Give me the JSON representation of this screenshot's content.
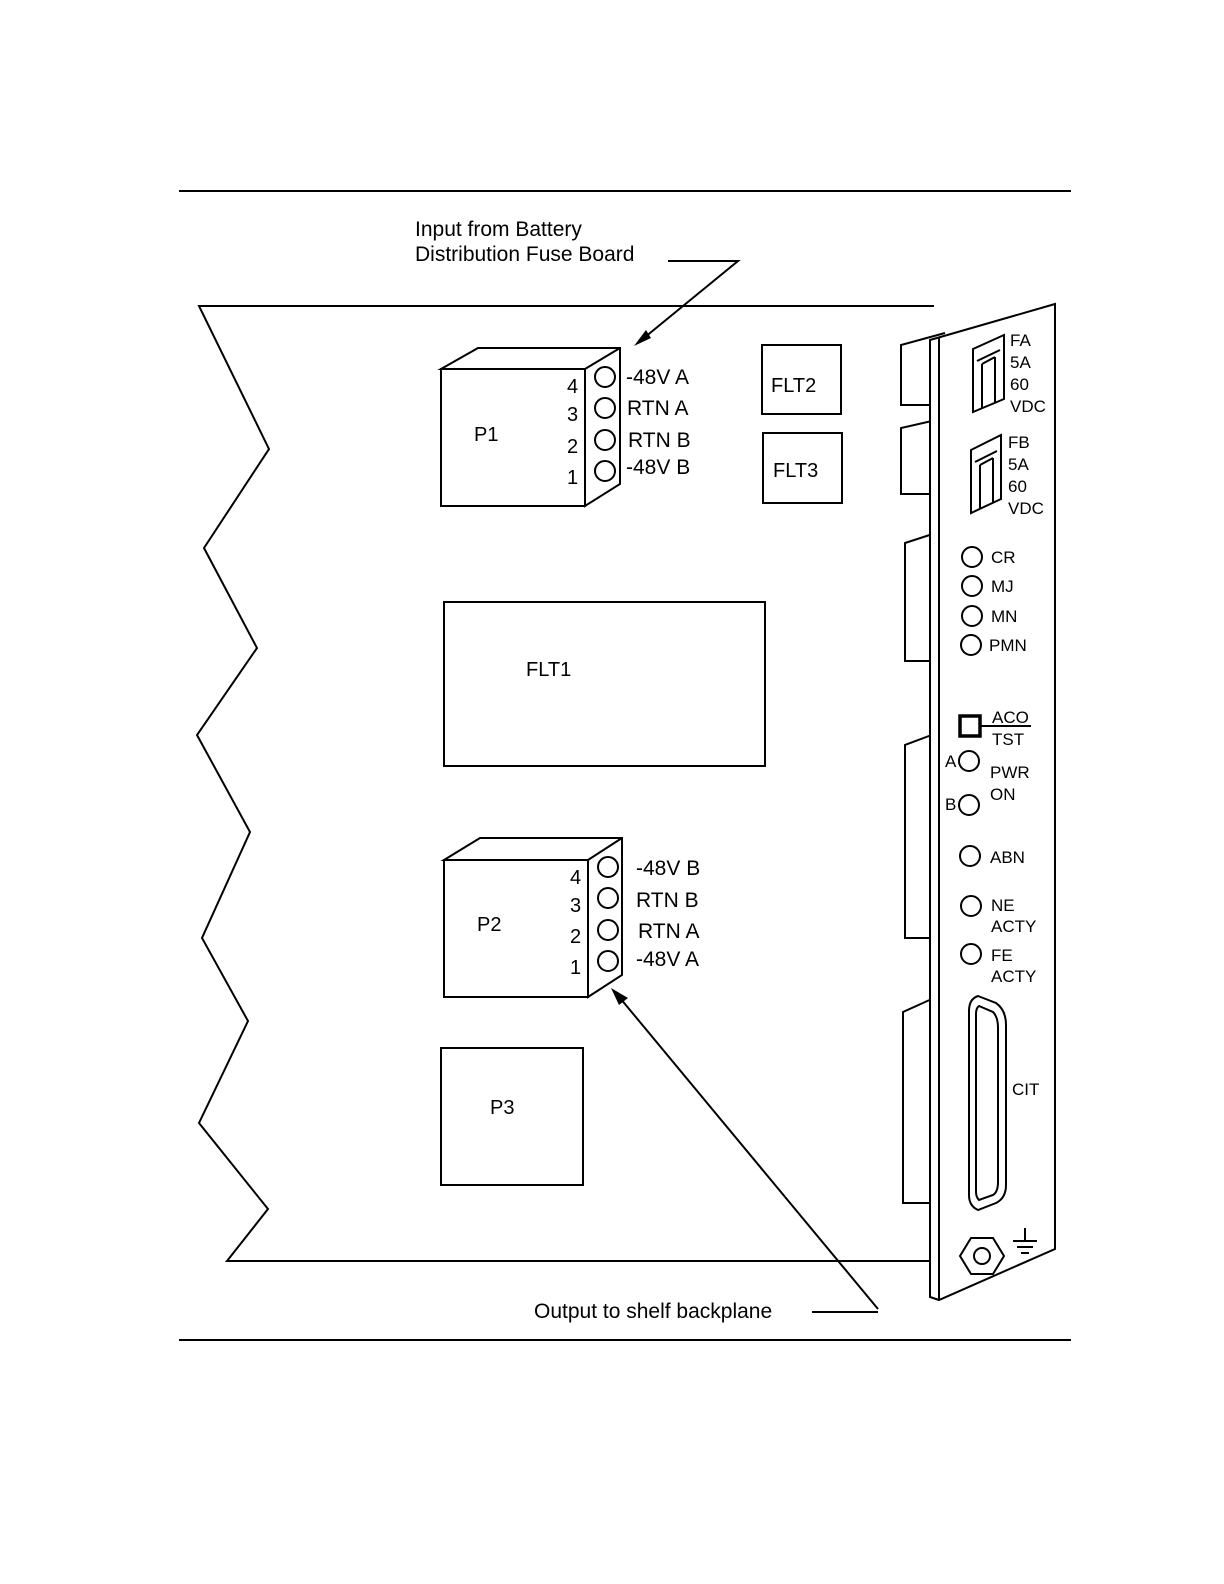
{
  "callouts": {
    "input_line1": "Input from Battery",
    "input_line2": "Distribution Fuse Board",
    "output": "Output to shelf backplane"
  },
  "p1": {
    "label": "P1",
    "pins": [
      {
        "num": "4",
        "signal": "-48V A"
      },
      {
        "num": "3",
        "signal": "RTN A"
      },
      {
        "num": "2",
        "signal": "RTN B"
      },
      {
        "num": "1",
        "signal": "-48V B"
      }
    ]
  },
  "p2": {
    "label": "P2",
    "pins": [
      {
        "num": "4",
        "signal": "-48V B"
      },
      {
        "num": "3",
        "signal": "RTN B"
      },
      {
        "num": "2",
        "signal": "RTN A"
      },
      {
        "num": "1",
        "signal": "-48V A"
      }
    ]
  },
  "p3": {
    "label": "P3"
  },
  "filters": {
    "flt1": "FLT1",
    "flt2": "FLT2",
    "flt3": "FLT3"
  },
  "faceplate": {
    "fuse_a": [
      "FA",
      "5A",
      "60",
      "VDC"
    ],
    "fuse_b": [
      "FB",
      "5A",
      "60",
      "VDC"
    ],
    "leds": [
      "CR",
      "MJ",
      "MN",
      "PMN"
    ],
    "aco": "ACO",
    "tst": "TST",
    "pwr_a": "A",
    "pwr_b": "B",
    "pwr_line1": "PWR",
    "pwr_line2": "ON",
    "abn": "ABN",
    "ne_line1": "NE",
    "ne_line2": "ACTY",
    "fe_line1": "FE",
    "fe_line2": "ACTY",
    "cit": "CIT",
    "ground_icon": "ground-symbol-icon",
    "screw_icon": "hex-screw-icon"
  }
}
